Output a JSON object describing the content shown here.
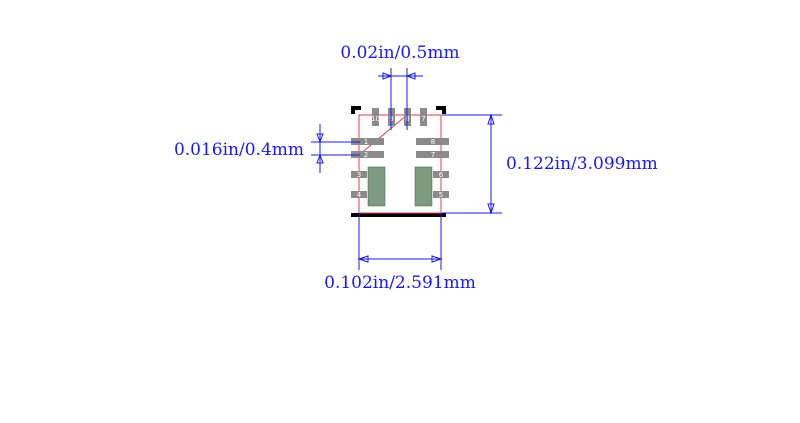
{
  "dimensions": {
    "pitch": "0.02in/0.5mm",
    "pad_width": "0.016in/0.4mm",
    "height": "0.122in/3.099mm",
    "width": "0.102in/2.591mm"
  },
  "pins": {
    "top": [
      "10",
      "9",
      "8",
      "7"
    ],
    "left": [
      "1",
      "2",
      "3",
      "4"
    ],
    "right": [
      "8",
      "7",
      "6",
      "5"
    ]
  },
  "colors": {
    "dimension": "#1a1ae6",
    "pad": "#8a8a8a",
    "thermal_pad": "#7f9b7f",
    "outline": "#000000",
    "courtyard": "#e23b4a"
  }
}
